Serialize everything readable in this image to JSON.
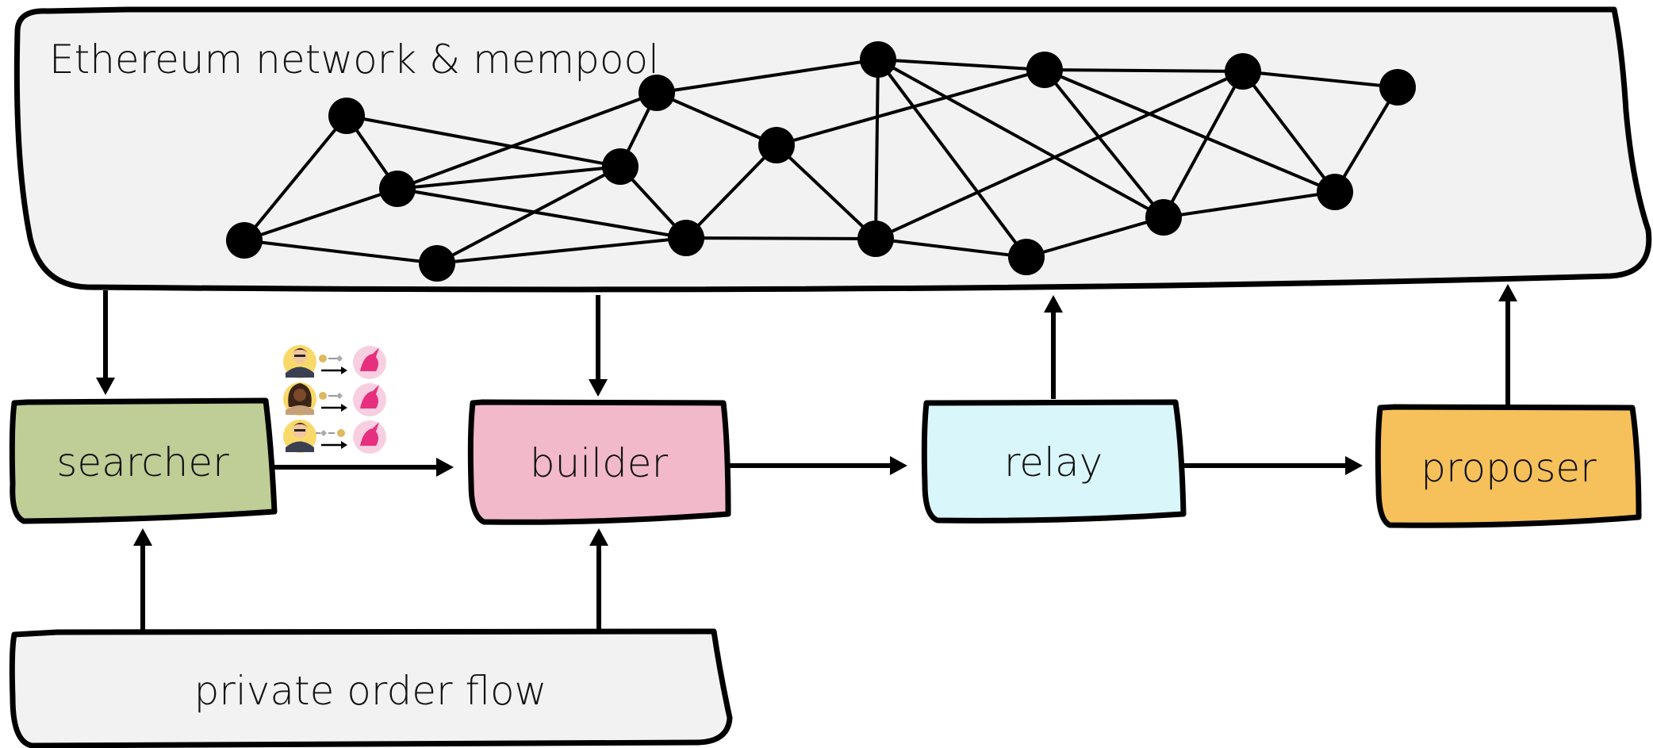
{
  "network": {
    "title": "Ethereum network & mempool",
    "fill": "#f2f2f2"
  },
  "components": {
    "searcher": {
      "label": "searcher",
      "color": "#bfcd96"
    },
    "builder": {
      "label": "builder",
      "color": "#f2b9cb"
    },
    "relay": {
      "label": "relay",
      "color": "#d9f6fa"
    },
    "proposer": {
      "label": "proposer",
      "color": "#f6c15b"
    },
    "private_order_flow": {
      "label": "private order flow",
      "color": "#f2f2f2"
    }
  },
  "bundle_icons": [
    {
      "user": "user-male-avatar-icon",
      "swap": "swap-coins-icon",
      "dex": "unicorn-dex-icon"
    },
    {
      "user": "user-female-avatar-icon",
      "swap": "swap-coins-icon",
      "dex": "unicorn-dex-icon"
    },
    {
      "user": "user-male-avatar-icon",
      "swap": "swap-coins-icon",
      "dex": "unicorn-dex-icon"
    }
  ],
  "colors": {
    "stroke": "#000000",
    "dex_pink": "#f8cfe0",
    "dex_magenta": "#e6307f",
    "avatar_yellow": "#f9d96a"
  }
}
